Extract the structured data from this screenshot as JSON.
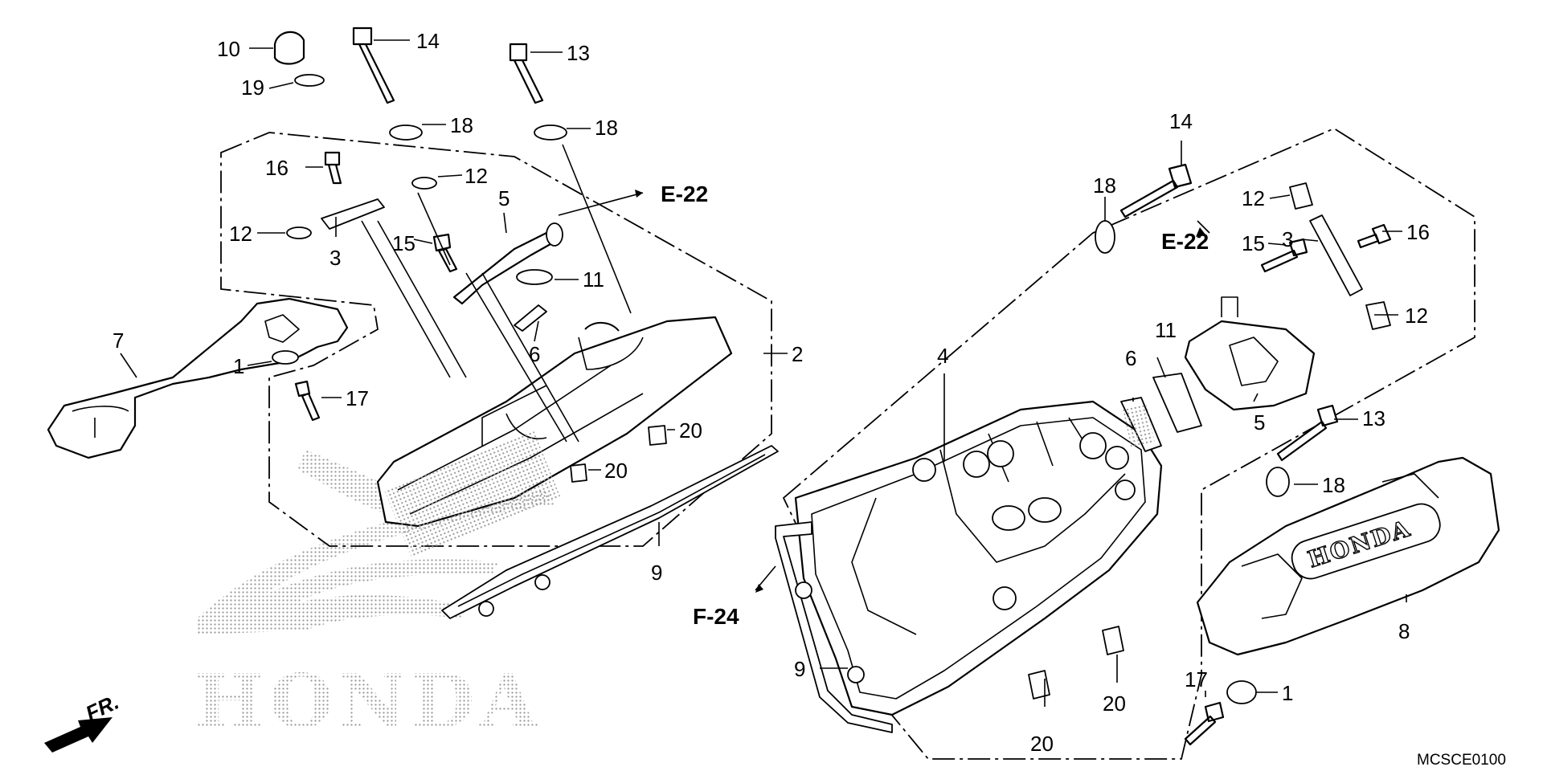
{
  "diagram_code": "MCSCE0100",
  "direction_label": "FR.",
  "watermark": "HONDA",
  "emblem": "HONDA",
  "refs": {
    "e22_left": "E-22",
    "e22_right": "E-22",
    "f24": "F-24"
  },
  "callouts": {
    "L10": "10",
    "L19": "19",
    "L14": "14",
    "L13": "13",
    "L18a": "18",
    "L18b": "18",
    "L12a": "12",
    "L12b": "12",
    "L16": "16",
    "L3": "3",
    "L15": "15",
    "L5": "5",
    "L11": "11",
    "L6": "6",
    "L7": "7",
    "L1": "1",
    "L17": "17",
    "L2": "2",
    "L20a": "20",
    "L20b": "20",
    "L9": "9",
    "R18a": "18",
    "R14": "14",
    "R12a": "12",
    "R3": "3",
    "R16": "16",
    "R15": "15",
    "R12b": "12",
    "R4": "4",
    "R11": "11",
    "R6": "6",
    "R5": "5",
    "R13": "13",
    "R18b": "18",
    "R8": "8",
    "R9": "9",
    "R20a": "20",
    "R20b": "20",
    "R17": "17",
    "R1": "1"
  },
  "colors": {
    "line": "#000000",
    "background": "#ffffff",
    "watermark_dots": "#9a9a9a"
  }
}
